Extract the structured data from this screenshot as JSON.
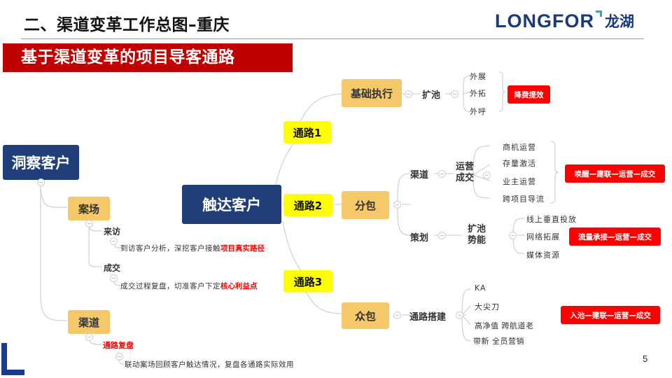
{
  "header": {
    "title": "二、渠道变革工作总图–重庆",
    "logo_word": "LONGFOR",
    "logo_cn": "龙湖",
    "page_number": "5"
  },
  "banner": {
    "text": "基于渠道变革的项目导客通路"
  },
  "colors": {
    "navy_node": "#203f7a",
    "gold_node": "#f5c96a",
    "yellow_node": "#ffff00",
    "red_tag": "#ff0000",
    "banner_red": "#c00000",
    "connector": "#d0d0d0",
    "logo_blue": "#1a3a7e",
    "logo_teal": "#1fb5b0"
  },
  "left_tree": {
    "root": "洞察客户",
    "branches": [
      {
        "label": "案场",
        "children": [
          {
            "label": "来访",
            "note": "到访客户分析，深挖客户接触",
            "note_highlight": "项目真实路径"
          },
          {
            "label": "成交",
            "note": "成交过程复盘，切准客户下定",
            "note_highlight": "核心利益点"
          }
        ]
      },
      {
        "label": "渠道",
        "children": [
          {
            "label": "通路复盘",
            "note": "联动案场回顾客户触达情况，复盘各通路实际效用"
          }
        ]
      }
    ]
  },
  "right_tree": {
    "root": "触达客户",
    "paths": [
      {
        "tag": "通路1",
        "node": "基础执行",
        "subgroups": [
          {
            "label": "扩池",
            "items": [
              "外展",
              "外拓",
              "外呼"
            ],
            "outcome": "降费提效"
          }
        ]
      },
      {
        "tag": "通路2",
        "node": "分包",
        "subgroups": [
          {
            "label": "渠道",
            "sublabel": "运营\n成交",
            "sublabel_lines": [
              "运营",
              "成交"
            ],
            "items": [
              "商机运营",
              "存量激活",
              "业主运营",
              "跨项目导流"
            ],
            "outcome": "唤醒—建联—运营—成交"
          },
          {
            "label": "策划",
            "sublabel_lines": [
              "扩池",
              "势能"
            ],
            "items": [
              "线上垂直投放",
              "网络拓展",
              "媒体资源"
            ],
            "outcome": "流量承接—运营—成交"
          }
        ]
      },
      {
        "tag": "通路3",
        "node": "众包",
        "subgroups": [
          {
            "label": "通路搭建",
            "items": [
              "KA",
              "大尖刀",
              "高净值 跨航道老",
              "带新 全员营销"
            ],
            "outcome": "入池—建联—运营—成交"
          }
        ]
      }
    ]
  }
}
